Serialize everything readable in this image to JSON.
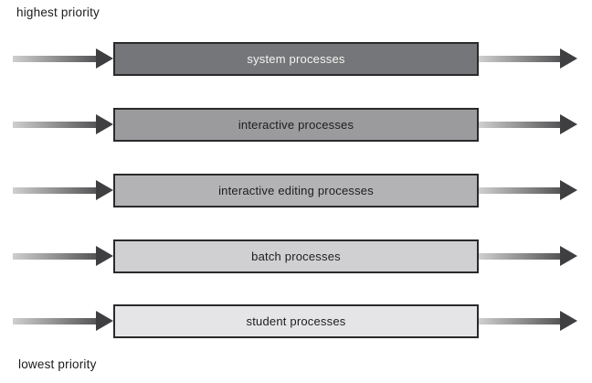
{
  "diagram": {
    "top_label": "highest priority",
    "bottom_label": "lowest priority"
  },
  "queues": [
    {
      "label": "system processes",
      "fill": "#757679",
      "text_color": "#f5f5f3"
    },
    {
      "label": "interactive processes",
      "fill": "#9b9b9e",
      "text_color": "#1d1d1f"
    },
    {
      "label": "interactive editing processes",
      "fill": "#b3b3b6",
      "text_color": "#1d1d1f"
    },
    {
      "label": "batch processes",
      "fill": "#d0d0d2",
      "text_color": "#1d1d1f"
    },
    {
      "label": "student processes",
      "fill": "#e5e5e7",
      "text_color": "#1d1d1f"
    }
  ],
  "arrow": {
    "shaft_start": "#cfcfcf",
    "shaft_end": "#565658",
    "head": "#3f3f41"
  }
}
